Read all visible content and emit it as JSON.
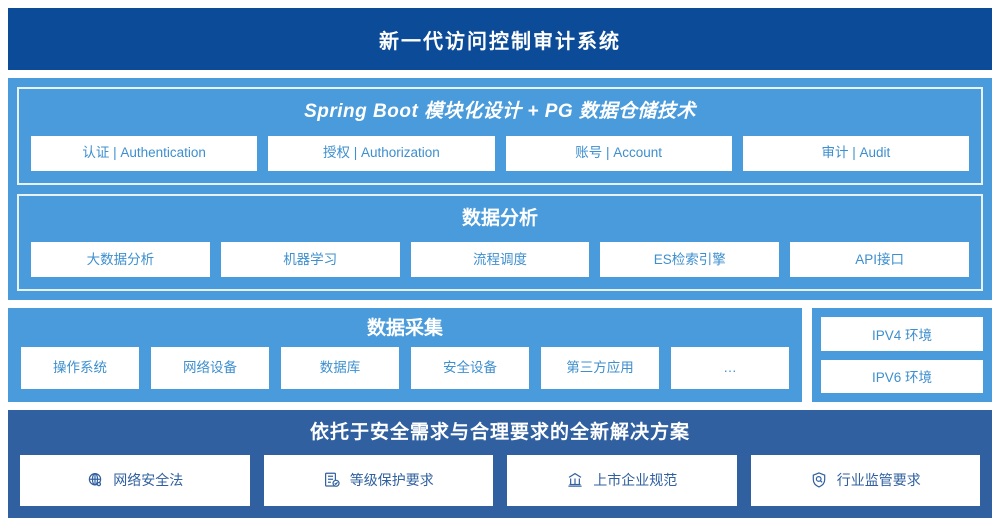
{
  "header": {
    "title": "新一代访问控制审计系统"
  },
  "colors": {
    "title_bar": "#0C4B98",
    "light_blue": "#4A9BDB",
    "dark_blue": "#30609F",
    "card_bg": "#FFFFFF",
    "card_text": "#3D8FCF"
  },
  "platform": {
    "title": "Spring Boot 模块化设计 + PG 数据仓储技术",
    "cards": [
      {
        "label": "认证 | Authentication"
      },
      {
        "label": "授权 | Authorization"
      },
      {
        "label": "账号 | Account"
      },
      {
        "label": "审计 | Audit"
      }
    ]
  },
  "analysis": {
    "title": "数据分析",
    "cards": [
      {
        "label": "大数据分析"
      },
      {
        "label": "机器学习"
      },
      {
        "label": "流程调度"
      },
      {
        "label": "ES检索引擎"
      },
      {
        "label": "API接口"
      }
    ]
  },
  "collection": {
    "title": "数据采集",
    "cards": [
      {
        "label": "操作系统"
      },
      {
        "label": "网络设备"
      },
      {
        "label": "数据库"
      },
      {
        "label": "安全设备"
      },
      {
        "label": "第三方应用"
      },
      {
        "label": "…"
      }
    ]
  },
  "environment": {
    "cards": [
      {
        "label": "IPV4 环境"
      },
      {
        "label": "IPV6 环境"
      }
    ]
  },
  "compliance": {
    "title": "依托于安全需求与合理要求的全新解决方案",
    "cards": [
      {
        "label": "网络安全法",
        "icon": "globe-icon"
      },
      {
        "label": "等级保护要求",
        "icon": "document-check-icon"
      },
      {
        "label": "上市企业规范",
        "icon": "bank-building-icon"
      },
      {
        "label": "行业监管要求",
        "icon": "shield-search-icon"
      }
    ]
  }
}
